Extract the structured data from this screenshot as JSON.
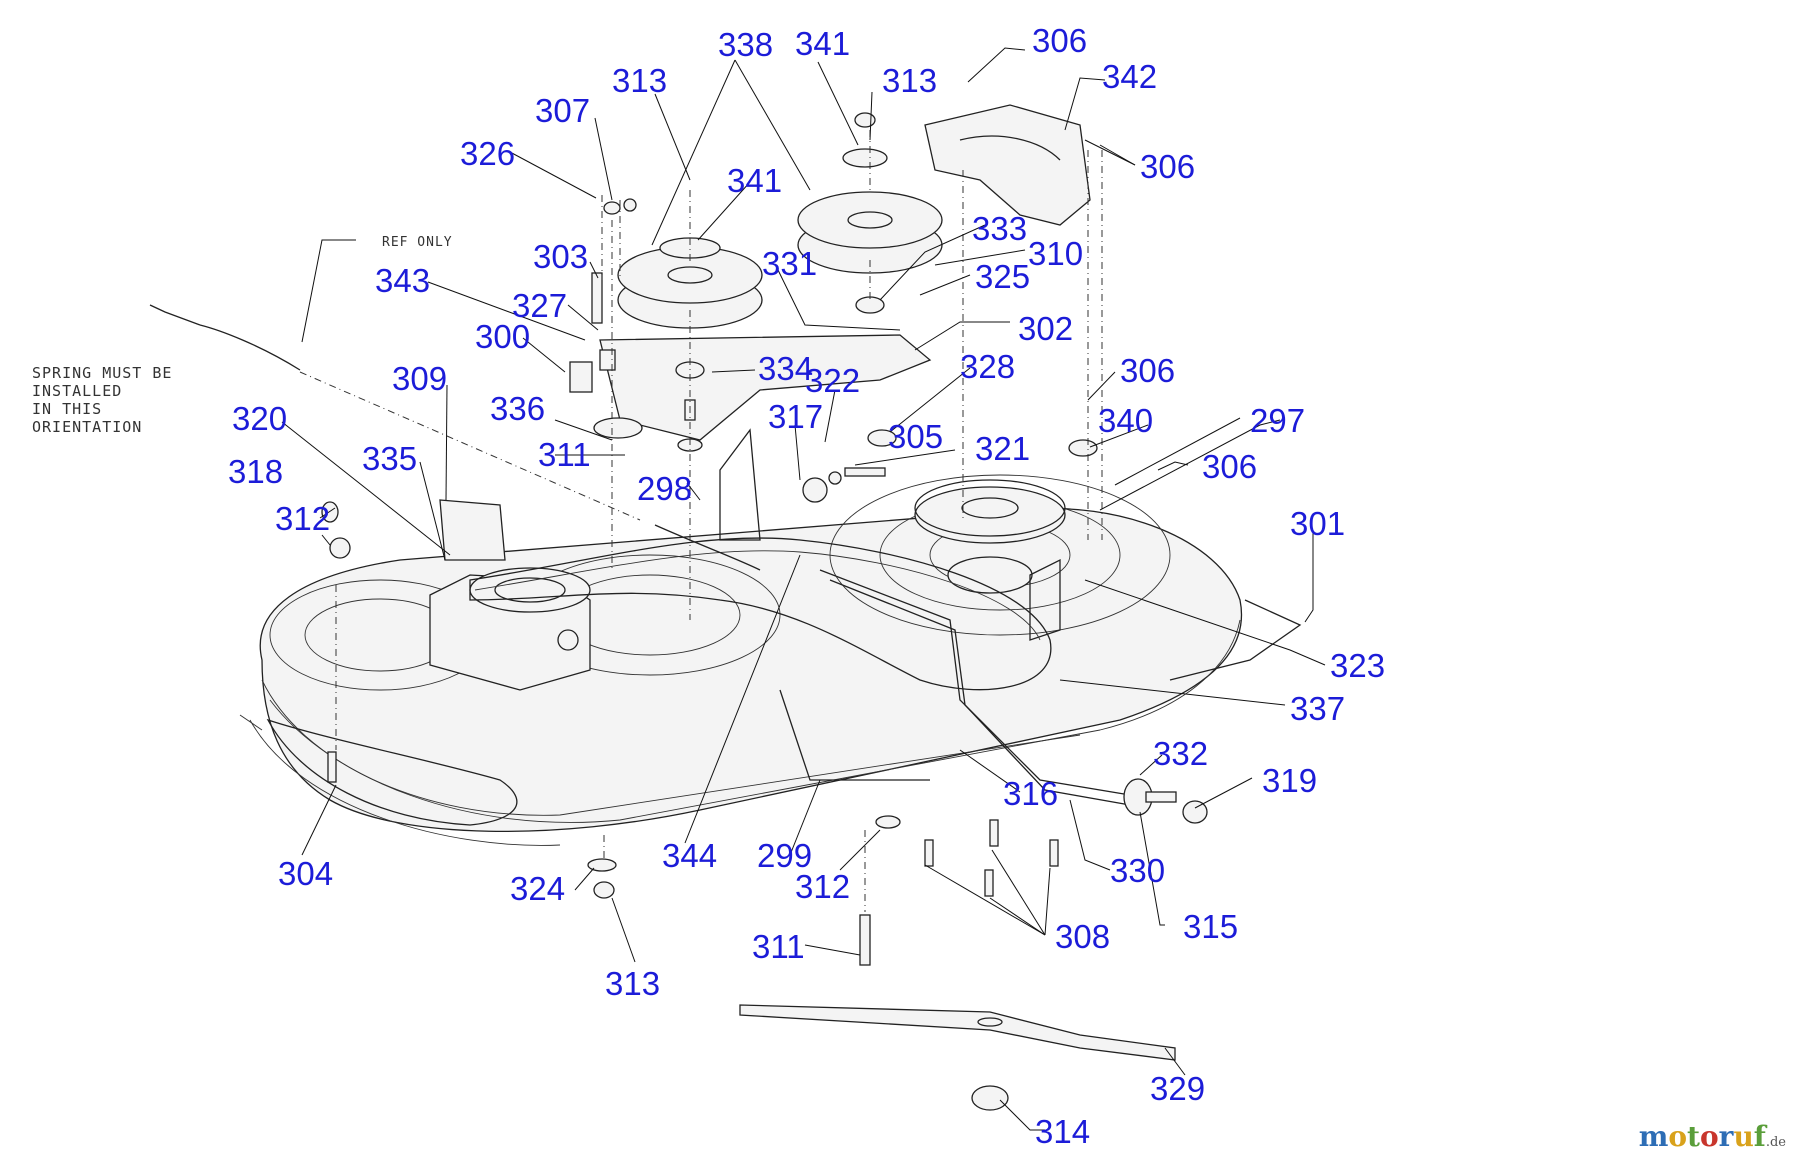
{
  "diagram": {
    "notes": {
      "ref_only": "REF ONLY",
      "spring_lines": [
        "SPRING MUST BE",
        "INSTALLED",
        "IN THIS",
        "ORIENTATION"
      ]
    },
    "callouts": [
      "338",
      "341",
      "313",
      "313",
      "306",
      "342",
      "307",
      "326",
      "341",
      "306",
      "333",
      "303",
      "331",
      "310",
      "343",
      "325",
      "327",
      "302",
      "300",
      "334",
      "322",
      "328",
      "309",
      "306",
      "336",
      "317",
      "340",
      "297",
      "320",
      "305",
      "321",
      "311",
      "335",
      "306",
      "318",
      "298",
      "312",
      "301",
      "323",
      "337",
      "332",
      "319",
      "316",
      "304",
      "344",
      "299",
      "312",
      "330",
      "324",
      "315",
      "308",
      "311",
      "313",
      "329",
      "314"
    ],
    "watermark": {
      "brand": "motoruf",
      "tld": ".de",
      "colors": [
        "#2d6db5",
        "#d9a21b",
        "#5a9e3a",
        "#c8362d"
      ]
    },
    "colors": {
      "callout": "#1c1cd8",
      "line": "#222222"
    }
  }
}
